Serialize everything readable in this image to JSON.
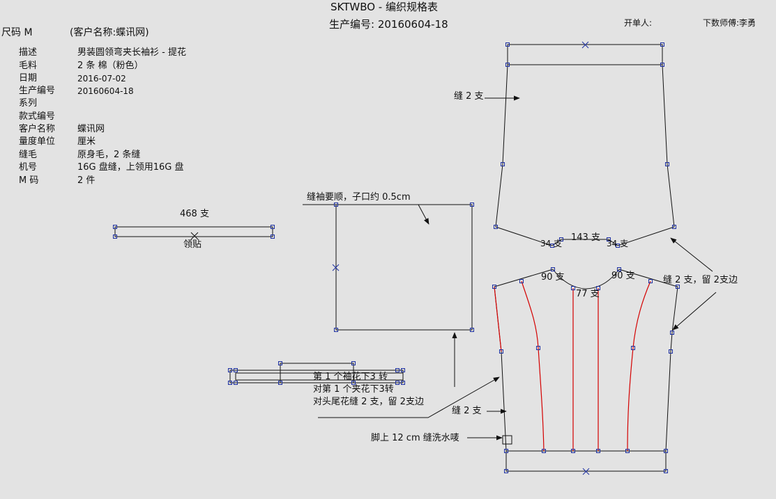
{
  "header": {
    "title": "SKTWBO - 编织规格表",
    "production_no": "生产编号: 20160604-18",
    "issuer_label": "开单人:",
    "technician": "下数师傅:李勇",
    "size": "尺码  M",
    "customer": "(客户名称:蝶讯网)"
  },
  "specs": [
    {
      "key": "描述",
      "value": "男装圆领弯夹长袖衫 - 提花"
    },
    {
      "key": "毛料",
      "value": "2 条 棉（粉色）"
    },
    {
      "key": "日期",
      "value": "2016-07-02"
    },
    {
      "key": "生产编号",
      "value": "20160604-18"
    },
    {
      "key": "系列",
      "value": ""
    },
    {
      "key": "款式编号",
      "value": ""
    },
    {
      "key": "客户名称",
      "value": "蝶讯网"
    },
    {
      "key": "量度单位",
      "value": "厘米"
    },
    {
      "key": "缝毛",
      "value": "原身毛，2 条缝"
    },
    {
      "key": "机号",
      "value": "16G 盘缝，上领用16G 盘"
    },
    {
      "key": "M 码",
      "value": "2 件"
    }
  ],
  "annotations": {
    "collar_count": "468 支",
    "collar_label": "领贴",
    "sleeve_note": "缝袖要顺，子口约 0.5cm",
    "sew2_top": "缝 2 支",
    "back_hem": "143 支",
    "back_side_left": "34 支",
    "back_side_right": "34 支",
    "front_shoulder_left": "90 支",
    "front_shoulder_right": "90 支",
    "front_neck": "77 支",
    "sew2_margin": "缝 2 支，留 2支边",
    "jacquard_1": "第 1 个袖花下3 转",
    "jacquard_2": "对第 1 个夹花下3转",
    "jacquard_3": "对头尾花缝 2 支，留 2支边",
    "sew2_bottom": "缝 2 支",
    "wash_label": "脚上 12 cm 缝洗水唛"
  },
  "colors": {
    "background": "#e3e3e3",
    "outline": "#111111",
    "node": "#1c2fa0",
    "guide": "#d40000"
  }
}
